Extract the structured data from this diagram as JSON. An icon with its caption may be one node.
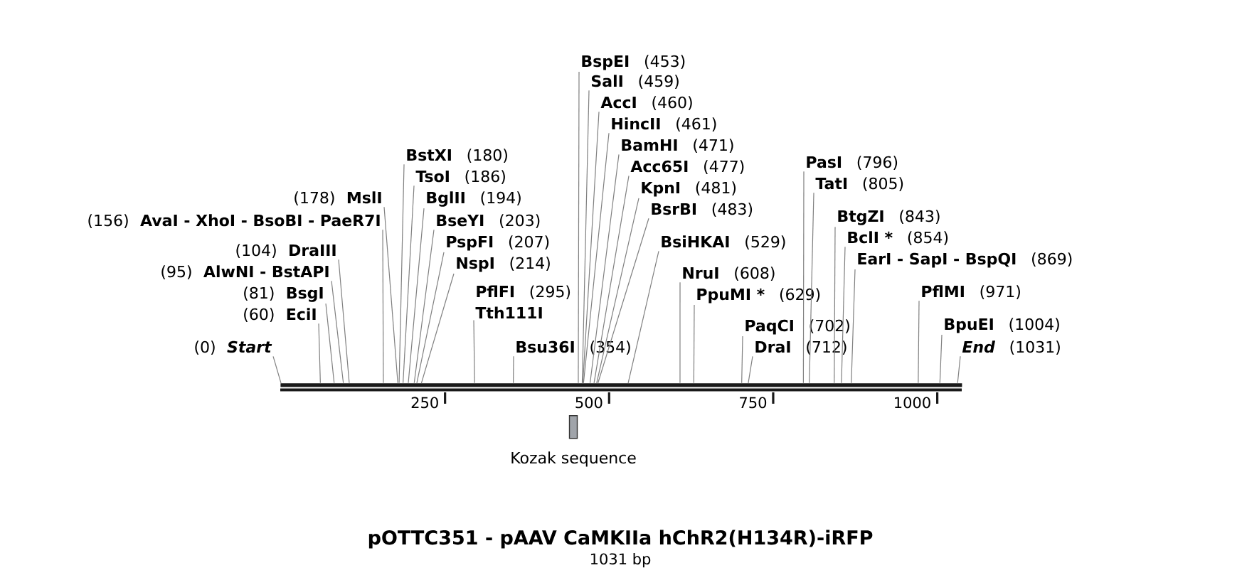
{
  "diagram": {
    "title": "pOTTC351 - pAAV CaMKIIa hChR2(H134R)-iRFP",
    "caption": "1031 bp",
    "nodes": [
      {
        "text": [
          "BspEI",
          "(453)"
        ]
      },
      {
        "text": [
          "SalI",
          "(459)"
        ]
      },
      {
        "text": [
          "AccI",
          "(460)"
        ]
      },
      {
        "text": [
          "HincII",
          "(461)"
        ]
      },
      {
        "text": [
          "BamHI",
          "(471)"
        ]
      },
      {
        "text": [
          "BstXI",
          "(180)"
        ]
      },
      {
        "text": [
          "PasI",
          "(796)"
        ]
      },
      {
        "text": [
          "Acc65I",
          "(477)"
        ]
      },
      {
        "text": [
          "TsoI",
          "(186)"
        ]
      },
      {
        "text": [
          "TatI",
          "(805)"
        ]
      },
      {
        "text": [
          "KpnI",
          "(481)"
        ]
      },
      {
        "text": [
          "(178)",
          "MslI"
        ]
      },
      {
        "text": [
          "BglII",
          "(194)"
        ]
      },
      {
        "text": [
          "BsrBI",
          "(483)"
        ]
      },
      {
        "text": [
          "BtgZI",
          "(843)"
        ]
      },
      {
        "text": [
          "(156)",
          "AvaI - XhoI - BsoBI - PaeR7I"
        ]
      },
      {
        "text": [
          "BseYI",
          "(203)"
        ]
      },
      {
        "text": [
          "BclI *",
          "(854)"
        ]
      },
      {
        "text": [
          "PspFI",
          "(207)"
        ]
      },
      {
        "text": [
          "BsiHKAI",
          "(529)"
        ]
      },
      {
        "text": [
          "(104)",
          "DraIII"
        ]
      },
      {
        "text": [
          "EarI - SapI - BspQI",
          "(869)"
        ]
      },
      {
        "text": [
          "NspI",
          "(214)"
        ]
      },
      {
        "text": [
          "(95)",
          "AlwNI - BstAPI"
        ]
      },
      {
        "text": [
          "NruI",
          "(608)"
        ]
      },
      {
        "text": [
          "PflMI",
          "(971)"
        ]
      },
      {
        "text": [
          "(81)",
          "BsgI"
        ]
      },
      {
        "text": [
          "PflFI",
          "(295)",
          "Tth111I"
        ]
      },
      {
        "text": [
          "PpuMI *",
          "(629)"
        ]
      },
      {
        "text": [
          "(60)",
          "EciI"
        ]
      },
      {
        "text": [
          "BpuEI",
          "(1004)"
        ]
      },
      {
        "text": [
          "PaqCI",
          "(702)"
        ]
      },
      {
        "text": [
          "(0)",
          "Start"
        ]
      },
      {
        "text": [
          "Bsu36I",
          "(354)"
        ]
      },
      {
        "text": [
          "DraI",
          "(712)"
        ]
      },
      {
        "text": [
          "End",
          "(1031)"
        ]
      },
      {
        "text": [],
        "shape": "bar"
      },
      {
        "text": [],
        "shape": "box",
        "beside": [
          "Kozak sequence"
        ]
      }
    ],
    "edges": [
      {
        "from": 0,
        "to": 36,
        "arrow": "none"
      },
      {
        "from": 1,
        "to": 36,
        "arrow": "none"
      },
      {
        "from": 2,
        "to": 36,
        "arrow": "none"
      },
      {
        "from": 3,
        "to": 36,
        "arrow": "none"
      },
      {
        "from": 4,
        "to": 36,
        "arrow": "none"
      },
      {
        "from": 5,
        "to": 36,
        "arrow": "none"
      },
      {
        "from": 6,
        "to": 36,
        "arrow": "none"
      },
      {
        "from": 7,
        "to": 36,
        "arrow": "none"
      },
      {
        "from": 8,
        "to": 36,
        "arrow": "none"
      },
      {
        "from": 9,
        "to": 36,
        "arrow": "none"
      },
      {
        "from": 10,
        "to": 36,
        "arrow": "none"
      },
      {
        "from": 11,
        "to": 36,
        "arrow": "none"
      },
      {
        "from": 12,
        "to": 36,
        "arrow": "none"
      },
      {
        "from": 13,
        "to": 36,
        "arrow": "none"
      },
      {
        "from": 14,
        "to": 36,
        "arrow": "none"
      },
      {
        "from": 15,
        "to": 36,
        "arrow": "none"
      },
      {
        "from": 16,
        "to": 36,
        "arrow": "none"
      },
      {
        "from": 17,
        "to": 36,
        "arrow": "none"
      },
      {
        "from": 18,
        "to": 36,
        "arrow": "none"
      },
      {
        "from": 19,
        "to": 36,
        "arrow": "none"
      },
      {
        "from": 20,
        "to": 36,
        "arrow": "none"
      },
      {
        "from": 21,
        "to": 36,
        "arrow": "none"
      },
      {
        "from": 22,
        "to": 36,
        "arrow": "none"
      },
      {
        "from": 23,
        "to": 36,
        "arrow": "none"
      },
      {
        "from": 24,
        "to": 36,
        "arrow": "none"
      },
      {
        "from": 25,
        "to": 36,
        "arrow": "none"
      },
      {
        "from": 26,
        "to": 36,
        "arrow": "none"
      },
      {
        "from": 27,
        "to": 36,
        "arrow": "none"
      },
      {
        "from": 28,
        "to": 36,
        "arrow": "none"
      },
      {
        "from": 29,
        "to": 36,
        "arrow": "none"
      },
      {
        "from": 30,
        "to": 36,
        "arrow": "none"
      },
      {
        "from": 31,
        "to": 36,
        "arrow": "none"
      },
      {
        "from": 32,
        "to": 36,
        "arrow": "none"
      },
      {
        "from": 33,
        "to": 36,
        "arrow": "none"
      },
      {
        "from": 34,
        "to": 36,
        "arrow": "none"
      },
      {
        "from": 35,
        "to": 36,
        "arrow": "none"
      }
    ],
    "labels": [
      "250",
      "500",
      "750",
      "1000"
    ]
  }
}
